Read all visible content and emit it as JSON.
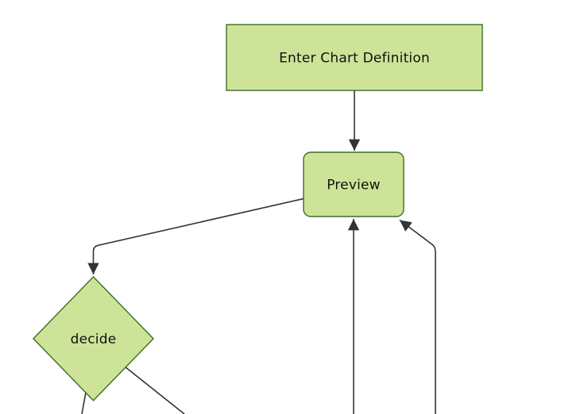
{
  "diagram": {
    "type": "flowchart",
    "direction": "top-down",
    "nodes": [
      {
        "id": "enter-chart-definition",
        "label": "Enter Chart Definition",
        "shape": "rectangle"
      },
      {
        "id": "preview",
        "label": "Preview",
        "shape": "rounded-rectangle"
      },
      {
        "id": "decide",
        "label": "decide",
        "shape": "diamond"
      }
    ],
    "edges": [
      {
        "from": "enter-chart-definition",
        "to": "preview",
        "arrowhead": true
      },
      {
        "from": "preview",
        "to": "decide",
        "arrowhead": true
      },
      {
        "from": "offscreen-bottom",
        "to": "preview",
        "arrowhead": true
      },
      {
        "from": "offscreen-bottom-right",
        "to": "preview",
        "arrowhead": true
      },
      {
        "from": "decide",
        "to": "offscreen-bottom-left",
        "arrowhead": false
      },
      {
        "from": "decide",
        "to": "offscreen-bottom-right",
        "arrowhead": false
      }
    ],
    "colors": {
      "background": "#ffffff",
      "node_fill": "#cde498",
      "node_border": "#3d6d26",
      "edge_color": "#333333",
      "label_color": "#111111"
    }
  }
}
